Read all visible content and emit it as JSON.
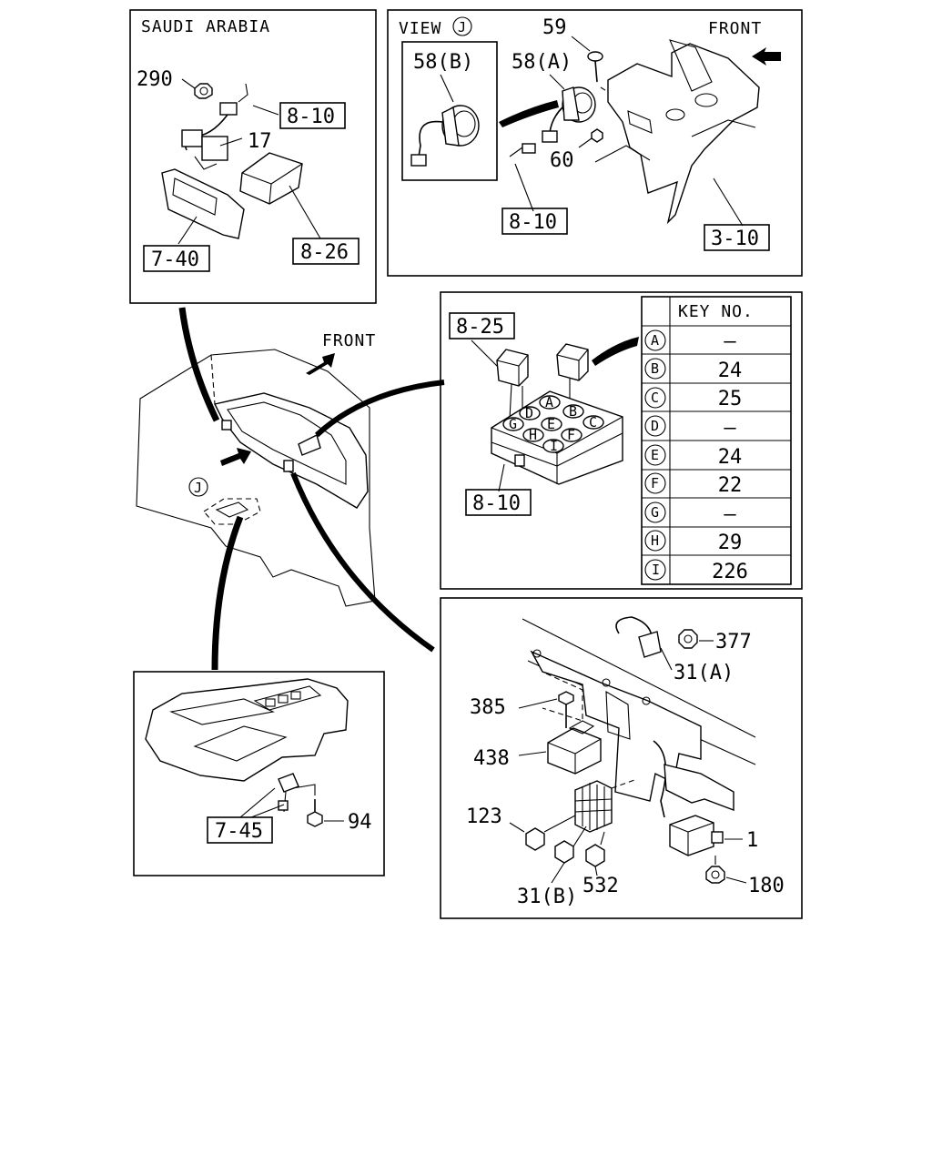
{
  "panels": {
    "saudi": {
      "title": "SAUDI ARABIA",
      "callouts": [
        "290",
        "17"
      ],
      "refs": [
        "8-10",
        "7-40",
        "8-26"
      ]
    },
    "view_j": {
      "view_label": "VIEW",
      "view_marker": "J",
      "front_label": "FRONT",
      "callouts": [
        "59",
        "58(A)",
        "60"
      ],
      "refs": [
        "58(B)",
        "8-10",
        "3-10"
      ]
    },
    "relay": {
      "ref_top": "8-25",
      "ref_bottom": "8-10",
      "grid_letters": [
        "A",
        "B",
        "C",
        "D",
        "E",
        "F",
        "G",
        "H",
        "I"
      ],
      "table": {
        "header": "KEY NO.",
        "rows": [
          {
            "letter": "A",
            "value": "–"
          },
          {
            "letter": "B",
            "value": "24"
          },
          {
            "letter": "C",
            "value": "25"
          },
          {
            "letter": "D",
            "value": "–"
          },
          {
            "letter": "E",
            "value": "24"
          },
          {
            "letter": "F",
            "value": "22"
          },
          {
            "letter": "G",
            "value": "–"
          },
          {
            "letter": "H",
            "value": "29"
          },
          {
            "letter": "I",
            "value": "226"
          }
        ]
      }
    },
    "main": {
      "front_label": "FRONT",
      "view_marker": "J"
    },
    "dash_lower": {
      "ref": "7-45",
      "callout": "94"
    },
    "bracket": {
      "callouts": [
        "377",
        "31(A)",
        "385",
        "438",
        "123",
        "31(B)",
        "532",
        "1",
        "180"
      ]
    }
  }
}
